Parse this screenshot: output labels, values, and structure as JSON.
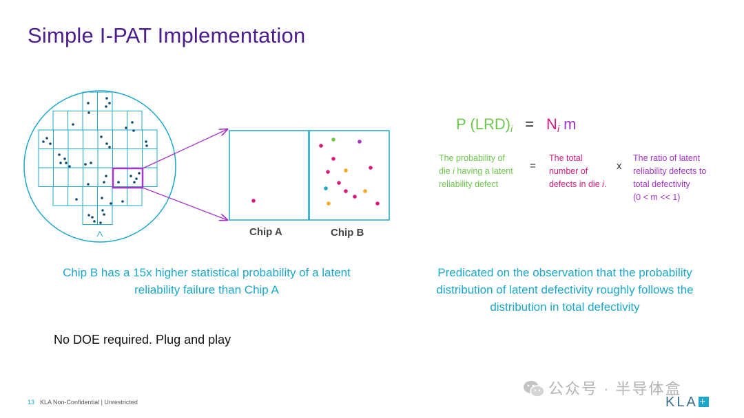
{
  "slide": {
    "title": "Simple I-PAT Implementation",
    "chip_a_label": "Chip A",
    "chip_b_label": "Chip B",
    "caption_left_line1": "Chip B has a 15x higher statistical probability of a latent",
    "caption_left_line2": "reliability failure than Chip A",
    "caption_right_line1": "Predicated on the observation that the probability",
    "caption_right_line2": "distribution of latent defectivity roughly follows the",
    "caption_right_line3": "distribution in total defectivity",
    "no_doe": "No DOE required.  Plug and play"
  },
  "formula": {
    "lhs": "P (LRD)",
    "lhs_sub": "i",
    "equals": "=",
    "rhs_n": "N",
    "rhs_sub": "i",
    "rhs_m": " m",
    "desc_prob_1": "The probability of",
    "desc_prob_2a": "die ",
    "desc_prob_2i": "i",
    "desc_prob_2b": " having a latent",
    "desc_prob_3": "reliability defect",
    "op_equals": "=",
    "desc_total_1": "The total",
    "desc_total_2": "number of",
    "desc_total_3a": "defects in die ",
    "desc_total_3i": "i",
    "desc_total_3b": ".",
    "op_times": "x",
    "desc_ratio_1": "The ratio of latent",
    "desc_ratio_2": "reliability defects to",
    "desc_ratio_3": "total defectivity",
    "desc_ratio_4": "(0 < m << 1)"
  },
  "footer": {
    "page_number": "13",
    "classification": "KLA Non-Confidential | Unrestricted",
    "watermark": "公众号 · 半导体盒",
    "logo_text": "KLA",
    "logo_symbol": "+"
  },
  "colors": {
    "title": "#4b1c8c",
    "teal": "#1aa7c9",
    "green": "#6cc84a",
    "magenta": "#d6197e",
    "purple": "#a335c9",
    "wafer_dot": "#0c4a6e",
    "orange": "#f5a623"
  }
}
